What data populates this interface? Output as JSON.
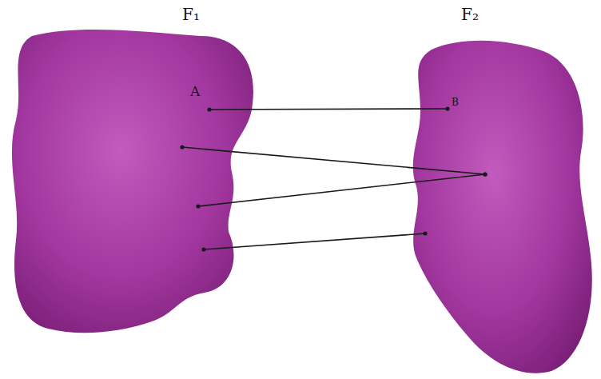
{
  "diagram": {
    "nodes": [
      {
        "text": [
          "F₁"
        ]
      },
      {
        "text": [
          "F₂"
        ]
      }
    ],
    "edges": [
      {
        "from": 0,
        "to": 1,
        "arrow": "none"
      },
      {
        "from": 0,
        "to": 1,
        "arrow": "none"
      },
      {
        "from": 0,
        "to": 1,
        "arrow": "none"
      },
      {
        "from": 0,
        "to": 1,
        "arrow": "none"
      }
    ],
    "labels": [
      "A",
      "B"
    ]
  }
}
